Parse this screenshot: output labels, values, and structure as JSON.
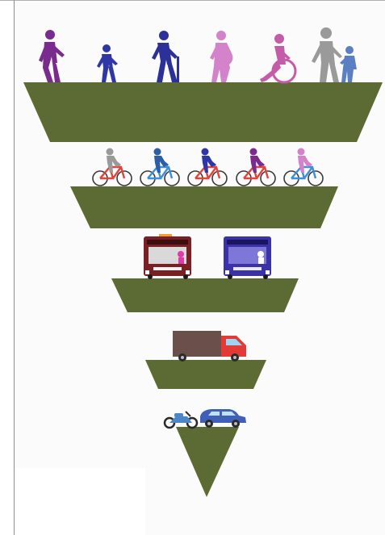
{
  "colors": {
    "tier": "#5b6b33",
    "pedestrian_purple": "#7a2b8e",
    "pedestrian_blue": "#2f37a6",
    "pedestrian_navy": "#2c3199",
    "pedestrian_pink": "#d383c9",
    "pedestrian_magenta": "#c45ca8",
    "pedestrian_gray": "#9a9a9a",
    "pedestrian_child": "#5b7fc3",
    "bike_red": "#e0443c",
    "bike_blue": "#3d8fd6",
    "bus_red": "#7a1f24",
    "bus_blue": "#3b31a8",
    "truck_box": "#6a4f4a",
    "truck_cab": "#e23a35",
    "car_blue": "#3f5fb8",
    "moto_blue": "#4b86c9"
  },
  "tiers": [
    {
      "id": "pedestrians",
      "icons": [
        "walking-man-icon",
        "walking-child-icon",
        "elderly-with-cane-icon",
        "pregnant-woman-icon",
        "wheelchair-user-icon",
        "adult-with-child-icon"
      ]
    },
    {
      "id": "cyclists",
      "icons": [
        "cyclist-icon",
        "cyclist-icon",
        "cyclist-icon",
        "cyclist-icon",
        "cyclist-icon"
      ]
    },
    {
      "id": "public-transit",
      "icons": [
        "red-bus-icon",
        "blue-bus-icon"
      ]
    },
    {
      "id": "freight",
      "icons": [
        "delivery-truck-icon"
      ]
    },
    {
      "id": "private-vehicles",
      "icons": [
        "motorcycle-icon",
        "car-icon"
      ]
    }
  ]
}
